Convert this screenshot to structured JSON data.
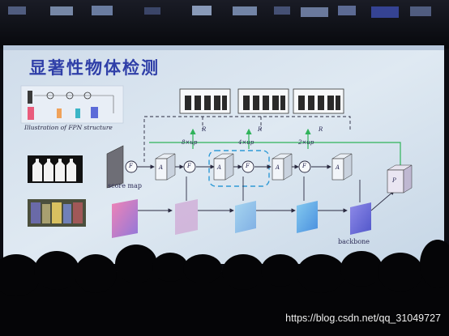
{
  "slide": {
    "title": "显著性物体检测",
    "fpn_caption": "Illustration of FPN structure"
  },
  "diagram": {
    "score_map_label": "score map",
    "backbone_label": "backbone",
    "upsample_labels": [
      "8×up",
      "4×up",
      "2×up"
    ],
    "refine_symbol": "R",
    "fuse_symbol": "F",
    "attention_symbol": "A",
    "pool_symbol": "P"
  },
  "watermark": "https://blog.csdn.net/qq_31049727",
  "colors": {
    "slide_bg": "#d8e4ef",
    "title": "#2f3fa8",
    "green_arrow": "#2fb35a",
    "dashed_box": "#2f9ad6",
    "audience": "#050507"
  }
}
